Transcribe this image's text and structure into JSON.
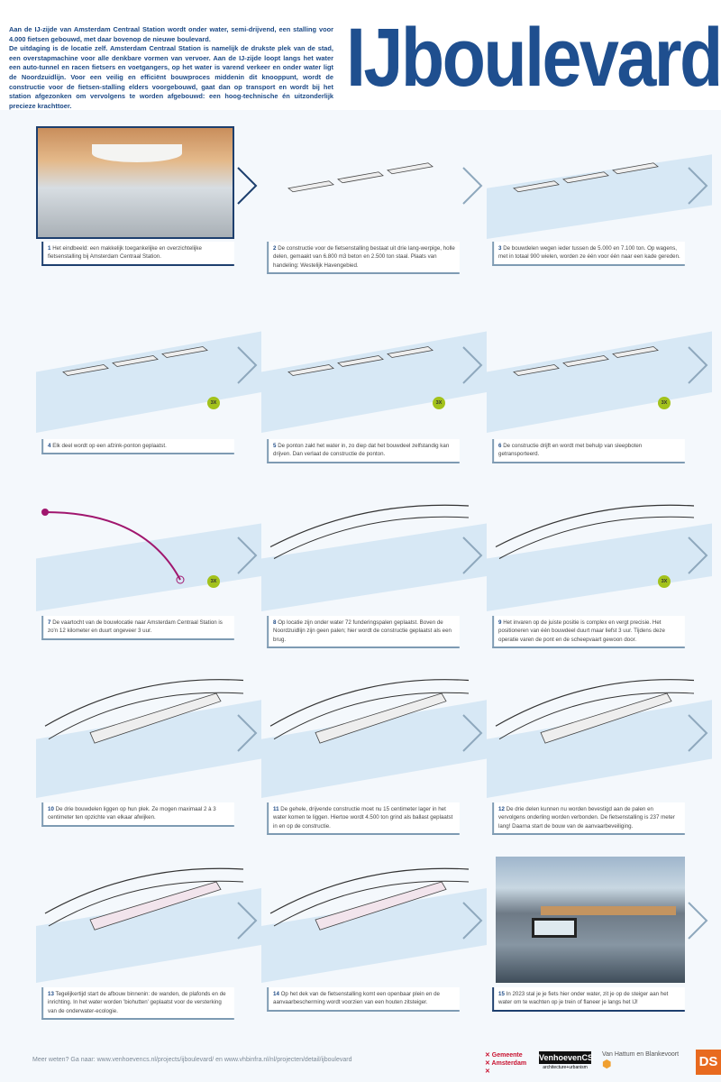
{
  "header": {
    "title": "IJboulevard",
    "intro": [
      "Aan de IJ-zijde van Amsterdam Centraal Station wordt onder water, semi-drijvend, een stalling voor 4.000 fietsen gebouwd, met daar bovenop de nieuwe boulevard.",
      "De uitdaging is de locatie zelf. Amsterdam Centraal Station is namelijk de drukste plek van de stad, een overstapmachine voor alle denkbare vormen van vervoer. Aan de IJ-zijde loopt langs het water een auto-tunnel en racen fietsers en voetgangers, op het water is varend verkeer en onder water ligt de Noordzuidlijn. Voor een veilig en efficiënt bouwproces middenin dit knooppunt, wordt de constructie voor de fietsen-stalling elders voorgebouwd, gaat dan op transport en wordt bij het station afgezonken om vervolgens te worden afgebouwd: een hoog-technische én uitzonderlijk precieze krachttoer."
    ]
  },
  "steps": [
    {
      "n": "1",
      "text": "Het eindbeeld: een makkelijk toegankelijke en overzichtelijke fietsenstalling bij Amsterdam Centraal Station."
    },
    {
      "n": "2",
      "text": "De constructie voor de fietsenstalling bestaat uit drie lang-werpige, holle delen, gemaakt van 6.800 m3 beton en 2.500 ton staal. Plaats van handeling: Westelijk Havengebied."
    },
    {
      "n": "3",
      "text": "De bouwdelen wegen ieder tussen de 5.000 en 7.100 ton. Op wagens, met in totaal 900 wielen, worden ze één voor één naar een kade gereden."
    },
    {
      "n": "4",
      "text": "Elk deel wordt op een afzink-ponton geplaatst.",
      "badge": "3X"
    },
    {
      "n": "5",
      "text": "De ponton zakt het water in, zo diep dat het bouwdeel zelfstandig kan drijven. Dan verlaat de constructie de ponton.",
      "badge": "3X"
    },
    {
      "n": "6",
      "text": "De constructie drijft en wordt met behulp van sleepboten getransporteerd.",
      "badge": "3X"
    },
    {
      "n": "7",
      "text": "De vaartocht van de bouwlocatie naar Amsterdam Centraal Station is zo'n 12 kilometer en duurt ongeveer 3 uur.",
      "badge": "3X"
    },
    {
      "n": "8",
      "text": "Op locatie zijn onder water 72 funderingspalen geplaatst. Boven de Noordzuidlijn zijn geen palen; hier wordt de constructie geplaatst als een brug."
    },
    {
      "n": "9",
      "text": "Het invaren op de juiste positie is complex en vergt precisie. Het positioneren van één bouwdeel duurt maar liefst 3 uur. Tijdens deze operatie varen de pont en de scheepvaart gewoon door.",
      "badge": "3X"
    },
    {
      "n": "10",
      "text": "De drie bouwdelen liggen op hun plek. Ze mogen maximaal 2 à 3 centimeter ten opzichte van elkaar afwijken."
    },
    {
      "n": "11",
      "text": "De gehele, drijvende constructie moet nu 15 centimeter lager in het water komen te liggen. Hiertoe wordt 4.500 ton grind als ballast geplaatst in en op de constructie."
    },
    {
      "n": "12",
      "text": "De drie delen kunnen nu worden bevestigd aan de palen en vervolgens onderling worden verbonden. De fietsenstalling is 237 meter lang! Daarna start de bouw van de aanvaarbeveiliging."
    },
    {
      "n": "13",
      "text": "Tegelijkertijd start de afbouw binnenin: de wanden, de plafonds en de inrichting. In het water worden 'biohutten' geplaatst voor de versterking van de onderwater-ecologie."
    },
    {
      "n": "14",
      "text": "Op het dek van de fietsenstalling komt een openbaar plein en de aanvaarbescherming wordt voorzien van een houten zitsteiger."
    },
    {
      "n": "15",
      "text": "In 2023 stal je je fiets hier onder water, zit je op de steiger aan het water om te wachten op je trein of flaneer je langs het IJ!"
    }
  ],
  "footer": {
    "link": "Meer weten? Ga naar: www.venhoevencs.nl/projects/ijboulevard/  en  www.vhbinfra.nl/nl/projecten/detail/ijboulevard",
    "logos": {
      "gemeente": "Gemeente Amsterdam",
      "venhoeven": "VenhoevenCS",
      "venhoeven_sub": "architecture+urbanism",
      "vhb": "Van Hattum en Blankevoort",
      "ds": "DS"
    }
  },
  "colors": {
    "brand": "#1f4f8f",
    "water": "#cfe3f3",
    "accent": "#a3c21b",
    "route": "#a0166e"
  }
}
